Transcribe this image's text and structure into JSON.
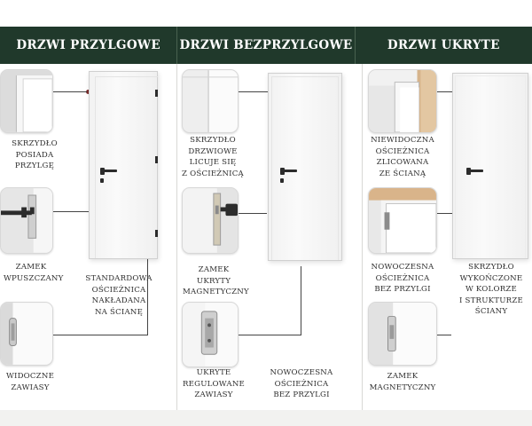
{
  "headers": [
    "DRZWI PRZYLGOWE",
    "DRZWI BEZPRZYLGOWE",
    "DRZWI UKRYTE"
  ],
  "col1": {
    "label_top": "SKRZYDŁO\nPOSIADA\nPRZYLGĘ",
    "label_mid": "ZAMEK\nWPUSZCZANY",
    "label_frame": "STANDARDOWA\nOŚCIEŻNICA\nNAKŁADANA\nNA ŚCIANĘ",
    "label_bottom": "WIDOCZNE\nZAWIASY"
  },
  "col2": {
    "label_top": "SKRZYDŁO\nDRZWIOWE\nLICUJE SIĘ\nZ OŚCIEŻNICĄ",
    "label_mid": "ZAMEK UKRYTY\nMAGNETYCZNY",
    "label_bottom": "UKRYTE\nREGULOWANE\nZAWIASY",
    "label_frame": "NOWOCZESNA\nOŚCIEŻNICA\nBEZ PRZYLGI"
  },
  "col3": {
    "label_top": "NIEWIDOCZNA\nOŚCIEŻNICA\nZLICOWANA\nZE ŚCIANĄ",
    "label_mid": "NOWOCZESNA\nOŚCIEŻNICA\nBEZ PRZYLGI",
    "label_finish": "SKRZYDŁO\nWYKOŃCZONE\nW KOLORZE\nI STRUKTURZE\nŚCIANY",
    "label_bottom": "ZAMEK\nMAGNETYCZNY"
  },
  "colors": {
    "header_bg": "#20392b",
    "accent_dot": "#7a2a2a"
  }
}
